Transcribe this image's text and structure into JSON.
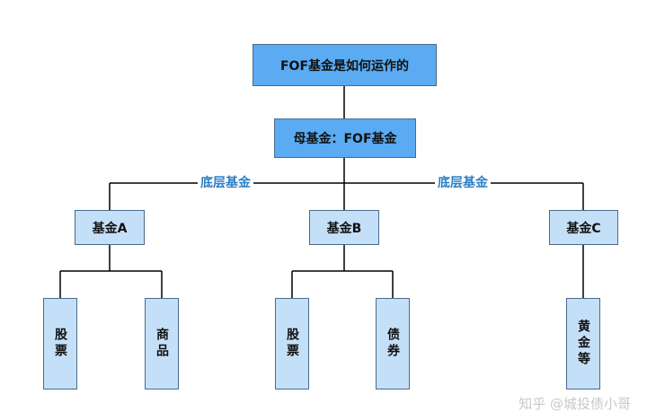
{
  "diagram": {
    "title": "FOF基金是如何运作的",
    "mother": "母基金：FOF基金",
    "edge_label_left": "底层基金",
    "edge_label_right": "底层基金",
    "funds": [
      "基金A",
      "基金B",
      "基金C"
    ],
    "fund_a_children": [
      "股票",
      "商品"
    ],
    "fund_b_children": [
      "股票",
      "债券"
    ],
    "fund_c_children": [
      "黄金等"
    ]
  },
  "watermark": "知乎 @城投债小哥",
  "colors": {
    "header_fill": "#5aabf2",
    "node_fill": "#c4e0f8",
    "edge_label_text": "#2f7fc4"
  }
}
